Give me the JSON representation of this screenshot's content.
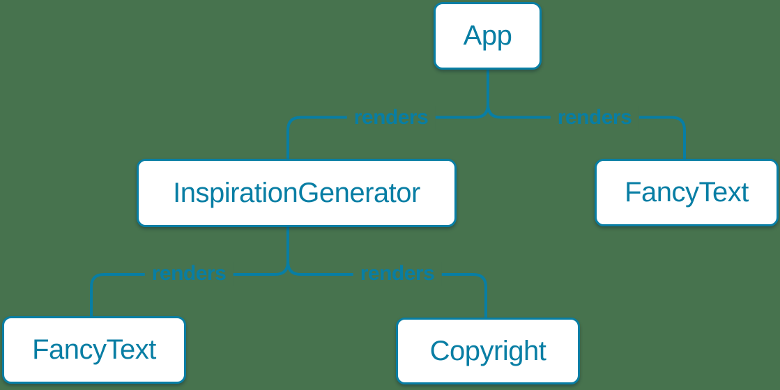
{
  "diagram": {
    "background_color": "#47734E",
    "accent_color": "#087EA4",
    "node_fill_color": "#FFFFFF",
    "nodes": [
      {
        "id": "app",
        "label": "App"
      },
      {
        "id": "inspiration-generator",
        "label": "InspirationGenerator"
      },
      {
        "id": "fancy-text-top",
        "label": "FancyText"
      },
      {
        "id": "fancy-text-bottom",
        "label": "FancyText"
      },
      {
        "id": "copyright",
        "label": "Copyright"
      }
    ],
    "edges": [
      {
        "from": "App",
        "to": "InspirationGenerator",
        "label": "renders"
      },
      {
        "from": "App",
        "to": "FancyText",
        "label": "renders"
      },
      {
        "from": "InspirationGenerator",
        "to": "FancyText",
        "label": "renders"
      },
      {
        "from": "InspirationGenerator",
        "to": "Copyright",
        "label": "renders"
      }
    ]
  }
}
